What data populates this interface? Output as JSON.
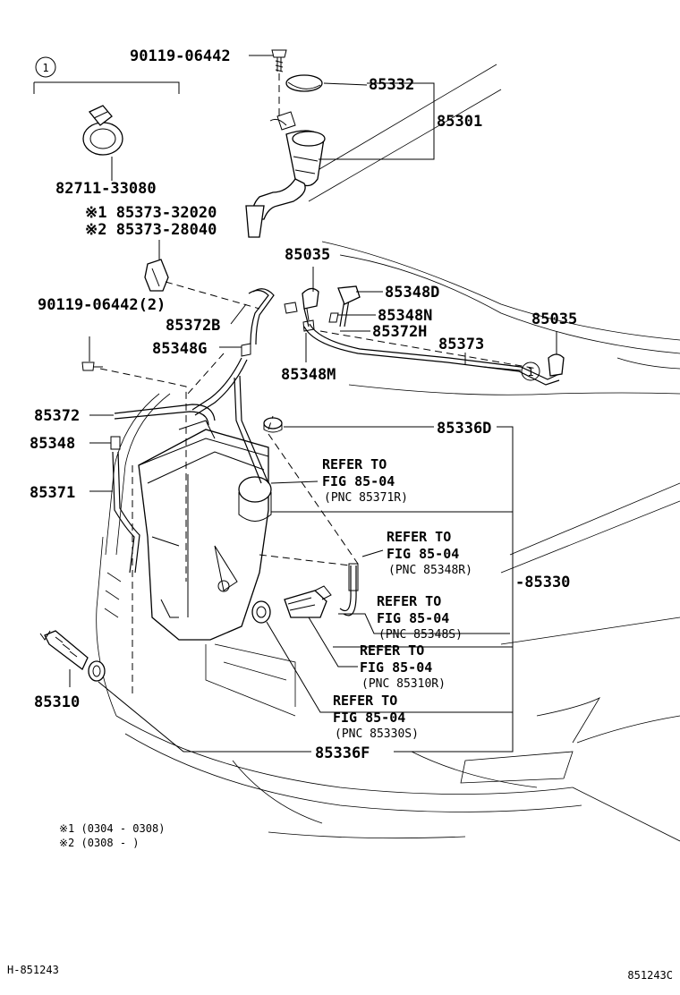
{
  "callout_one": "1",
  "parts": {
    "p90119_06442": "90119-06442",
    "p85332": "85332",
    "p85301": "85301",
    "p82711_33080": "82711-33080",
    "p85373_32020": "※1 85373-32020",
    "p85373_28040": "※2 85373-28040",
    "p85035_left": "85035",
    "p85348D": "85348D",
    "p85348N": "85348N",
    "p85035_right": "85035",
    "p90119_06442_2": "90119-06442(2)",
    "p85372B": "85372B",
    "p85372H": "85372H",
    "p85373": "85373",
    "p85348G": "85348G",
    "p85348M": "85348M",
    "p85372": "85372",
    "p85336D": "85336D",
    "p85348": "85348",
    "p85371": "85371",
    "p85330": "-85330",
    "p85310": "85310",
    "p85336F": "85336F"
  },
  "refs": [
    {
      "line1": "REFER TO",
      "line2": "FIG 85-04",
      "pnc": "(PNC 85371R)"
    },
    {
      "line1": "REFER TO",
      "line2": "FIG 85-04",
      "pnc": "(PNC 85348R)"
    },
    {
      "line1": "REFER TO",
      "line2": "FIG 85-04",
      "pnc": "(PNC 85348S)"
    },
    {
      "line1": "REFER TO",
      "line2": "FIG 85-04",
      "pnc": "(PNC 85310R)"
    },
    {
      "line1": "REFER TO",
      "line2": "FIG 85-04",
      "pnc": "(PNC 85330S)"
    }
  ],
  "notes": {
    "note1": "※1 (0304 - 0308)",
    "note2": "※2 (0308 -       )"
  },
  "footer": {
    "left": "H-851243",
    "right": "851243C"
  }
}
